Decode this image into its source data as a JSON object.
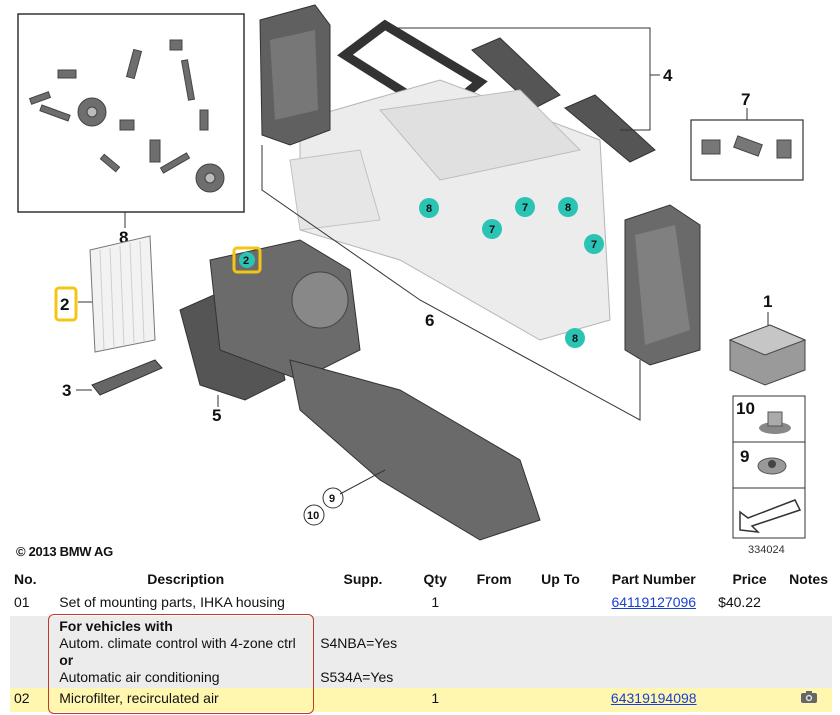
{
  "diagram": {
    "callouts": [
      "1",
      "2",
      "3",
      "4",
      "5",
      "6",
      "7",
      "8",
      "9",
      "10"
    ],
    "copyright": "© 2013 BMW AG",
    "diagram_id": "334024",
    "highlight_color": "#f3c515",
    "teal_color": "#2bc4b4"
  },
  "table": {
    "headers": [
      "No.",
      "Description",
      "Supp.",
      "Qty",
      "From",
      "Up To",
      "Part Number",
      "Price",
      "Notes"
    ],
    "row01": {
      "no": "01",
      "description": "Set of mounting parts, IHKA housing",
      "qty": "1",
      "part_number": "64119127096",
      "price": "$40.22"
    },
    "vehicles": {
      "heading": "For vehicles with",
      "option1": "Autom. climate control with 4-zone ctrl",
      "option1_supp": "S4NBA=Yes",
      "or": "or",
      "option2": "Automatic air conditioning",
      "option2_supp": "S534A=Yes"
    },
    "row02": {
      "no": "02",
      "description": "Microfilter, recirculated air",
      "qty": "1",
      "part_number": "64319194098",
      "notes_icon": "camera-icon"
    }
  }
}
